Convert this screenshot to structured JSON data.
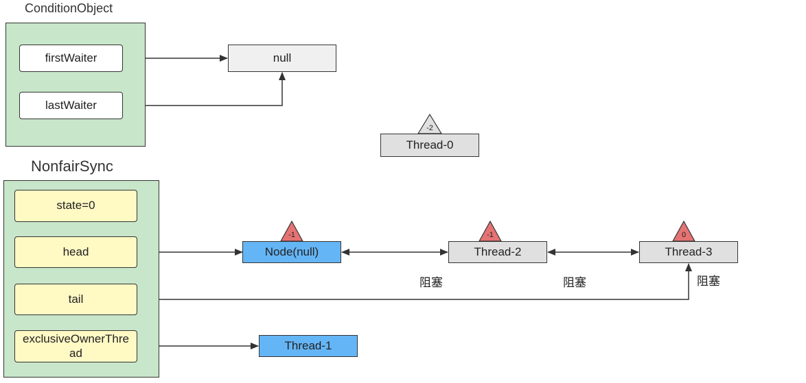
{
  "condition_object": {
    "title": "ConditionObject",
    "first_waiter": "firstWaiter",
    "last_waiter": "lastWaiter"
  },
  "null_box": "null",
  "floating_thread": {
    "label": "Thread-0",
    "wait_status": "-2"
  },
  "nonfair_sync": {
    "title": "NonfairSync",
    "state": "state=0",
    "head": "head",
    "tail": "tail",
    "exclusive_owner": "exclusiveOwnerThread"
  },
  "queue": [
    {
      "label": "Node(null)",
      "wait_status": "-1",
      "color": "#64b5f6"
    },
    {
      "label": "Thread-2",
      "wait_status": "-1",
      "color": "#e0e0e0"
    },
    {
      "label": "Thread-3",
      "wait_status": "0",
      "color": "#e0e0e0"
    }
  ],
  "owner_thread": {
    "label": "Thread-1",
    "color": "#64b5f6"
  },
  "blocked_labels": [
    "阻塞",
    "阻塞",
    "阻塞"
  ],
  "colors": {
    "panel": "#c8e6c9",
    "field": "#fff9c4",
    "triangle_red": "#e57373",
    "triangle_gray": "#e0e0e0"
  }
}
